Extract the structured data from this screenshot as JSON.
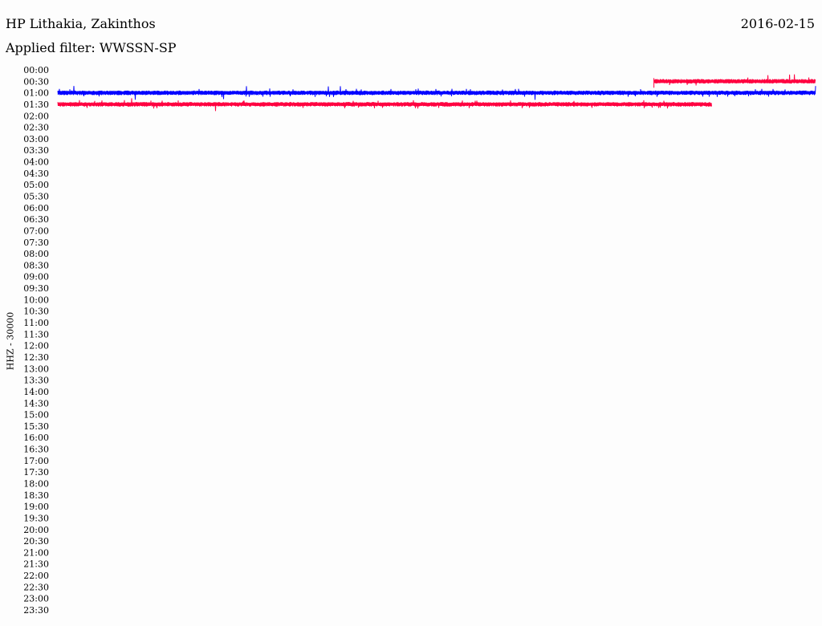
{
  "header": {
    "station": "HP Lithakia, Zakinthos",
    "date": "2016-02-15",
    "filter": "Applied filter: WWSSN-SP"
  },
  "chart_data": {
    "type": "line",
    "title": "HP Lithakia, Zakinthos",
    "ylabel": "HHZ - 30000",
    "row_minutes": 30,
    "tick_labels": [
      "00:00",
      "00:30",
      "01:00",
      "01:30",
      "02:00",
      "02:30",
      "03:00",
      "03:30",
      "04:00",
      "04:30",
      "05:00",
      "05:30",
      "06:00",
      "06:30",
      "07:00",
      "07:30",
      "08:00",
      "08:30",
      "09:00",
      "09:30",
      "10:00",
      "10:30",
      "11:00",
      "11:30",
      "12:00",
      "12:30",
      "13:00",
      "13:30",
      "14:00",
      "14:30",
      "15:00",
      "15:30",
      "16:00",
      "16:30",
      "17:00",
      "17:30",
      "18:00",
      "18:30",
      "19:00",
      "19:30",
      "20:00",
      "20:30",
      "21:00",
      "21:30",
      "22:00",
      "22:30",
      "23:00",
      "23:30"
    ],
    "series": [
      {
        "name": "row-00:30",
        "row": 1,
        "color": "#ff0040",
        "start_min": 23.6,
        "end_min": 30,
        "amplitude": "low"
      },
      {
        "name": "row-01:00",
        "row": 2,
        "color": "#0000ff",
        "start_min": 0,
        "end_min": 30,
        "amplitude": "low"
      },
      {
        "name": "row-01:30",
        "row": 3,
        "color": "#ff0040",
        "start_min": 0,
        "end_min": 25.9,
        "amplitude": "low"
      }
    ]
  }
}
